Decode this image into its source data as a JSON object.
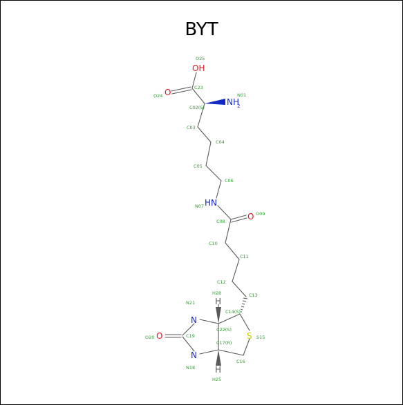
{
  "title": "BYT",
  "colors": {
    "bond": "#5a5a5a",
    "atom_label": "#2e9e2e",
    "oxygen": "#e8141c",
    "nitrogen": "#1428c8",
    "sulfur": "#c8c800",
    "text": "#000000"
  },
  "atoms": {
    "O25": "O25",
    "C23": "C23",
    "O24": "O24",
    "N01": "N01",
    "C02": "C02(S)",
    "C03": "C03",
    "C04": "C04",
    "C05": "C05",
    "C06": "C06",
    "N07": "N07",
    "C08": "C08",
    "O09": "O09",
    "C10": "C10",
    "C11": "C11",
    "C12": "C12",
    "C13": "C13",
    "H28": "H28",
    "C14": "C14(S)",
    "N21": "N21",
    "C22": "C22(S)",
    "S15": "S15",
    "O20": "O20",
    "C19": "C19",
    "C17": "C17(R)",
    "N18": "N18",
    "C16": "C16",
    "H25": "H25"
  },
  "elements": {
    "OH": "OH",
    "O": "O",
    "NH": "NH",
    "two": "2",
    "HN": "HN",
    "N": "N",
    "S": "S",
    "H": "H"
  }
}
